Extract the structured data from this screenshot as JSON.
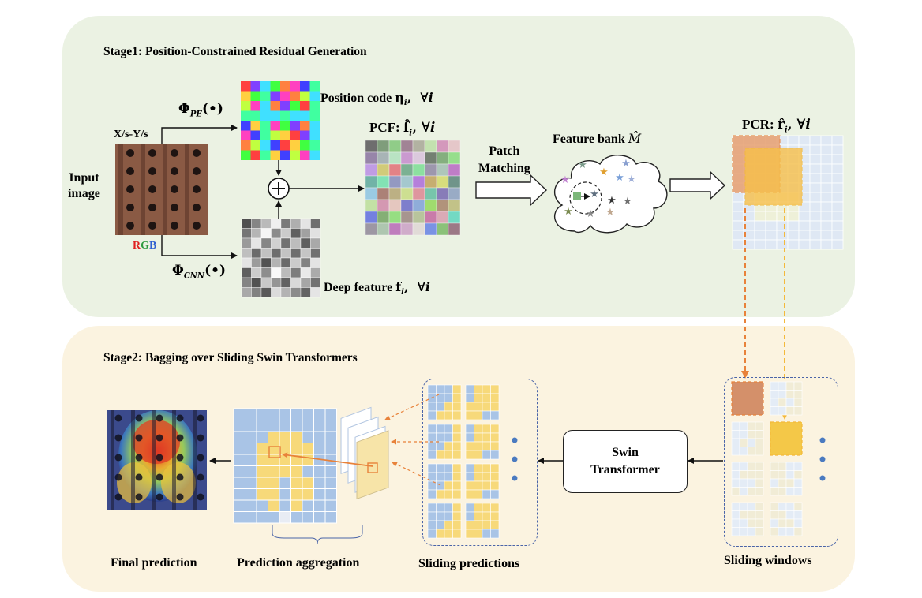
{
  "stage1": {
    "title": "Stage1: Position-Constrained Residual Generation",
    "input_image": "Input image",
    "input_line1": "Input",
    "input_line2": "image",
    "xy_label": "X/s-Y/s",
    "rgb_r": "R",
    "rgb_g": "G",
    "rgb_b": "B",
    "phi_pe": "Φ",
    "phi_pe_sub": "PE",
    "phi_arg": "(•)",
    "phi_cnn": "Φ",
    "phi_cnn_sub": "CNN",
    "position_code": "Position code",
    "eta": "η",
    "deep_feature": "Deep feature",
    "f_sym": "f",
    "forall": "∀",
    "i_sym": "i",
    "pcf_label": "PCF:",
    "pcf_sym": "f̂",
    "patch_matching_line1": "Patch",
    "patch_matching_line2": "Matching",
    "feature_bank": "Feature bank",
    "feature_bank_sym": "M̂",
    "pcr_label": "PCR:",
    "pcr_sym": "r̂",
    "plus": "+"
  },
  "stage2": {
    "title": "Stage2: Bagging over Sliding Swin Transformers",
    "swin_line1": "Swin",
    "swin_line2": "Transformer",
    "final_prediction": "Final prediction",
    "prediction_aggregation": "Prediction aggregation",
    "sliding_predictions": "Sliding predictions",
    "sliding_windows": "Sliding windows"
  },
  "colors": {
    "stage1_bg": "#ebf2e3",
    "stage2_bg": "#fbf3e0",
    "grid_blue": "#a9c4e6",
    "grid_yellow": "#f7d97a",
    "grid_light": "#eef0e6",
    "orange_accent": "#e8823a",
    "gold_accent": "#f4b93a",
    "panel_border": "#4a64a8"
  }
}
